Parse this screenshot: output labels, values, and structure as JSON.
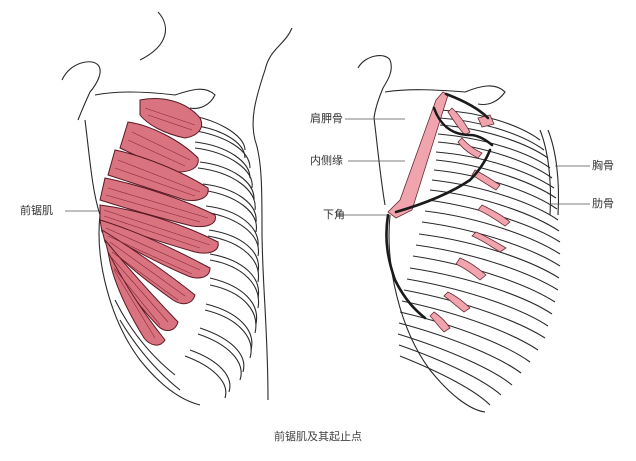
{
  "figure": {
    "caption": "前锯肌及其起止点",
    "colors": {
      "muscle": "#d9737f",
      "muscle_dark": "#8c2a38",
      "attachment": "#f0a5ae",
      "bone_outline": "#2a2a2a",
      "bone_fill": "#ffffff",
      "scapula_line": "#1a1a1a"
    },
    "left_panel": {
      "labels": [
        {
          "id": "serratus-anterior",
          "text": "前锯肌"
        }
      ]
    },
    "right_panel": {
      "labels": [
        {
          "id": "scapula",
          "text": "肩胛骨"
        },
        {
          "id": "medial-border",
          "text": "内侧缘"
        },
        {
          "id": "inferior-angle",
          "text": "下角"
        },
        {
          "id": "sternum",
          "text": "胸骨"
        },
        {
          "id": "rib",
          "text": "肋骨"
        }
      ]
    }
  }
}
